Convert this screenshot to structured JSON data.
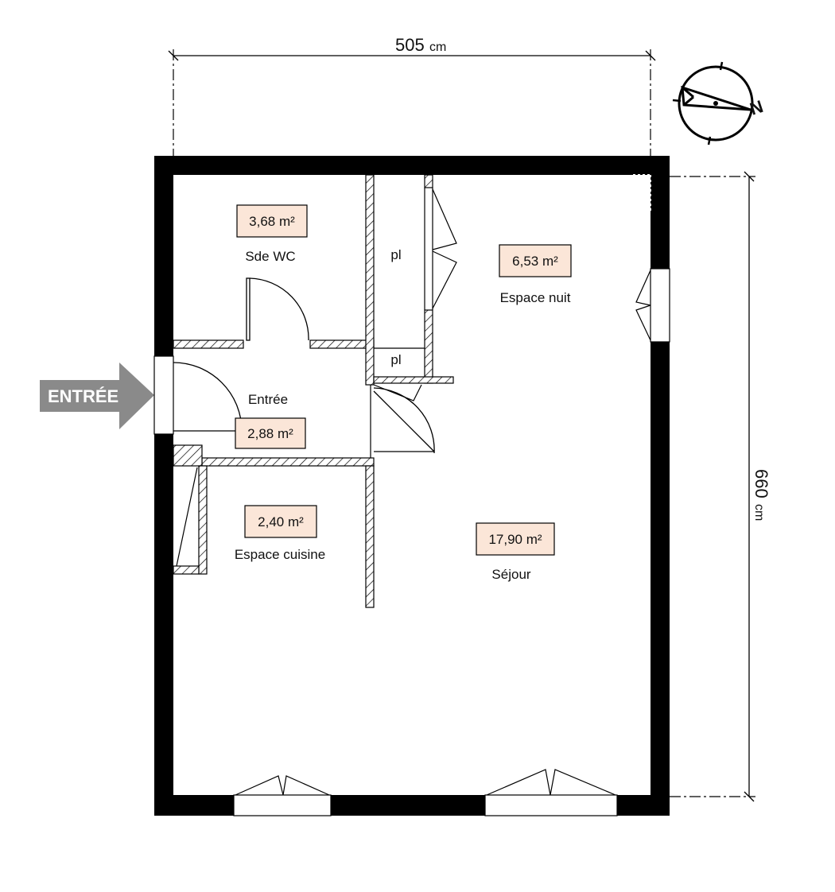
{
  "dimensions": {
    "width_value": "505",
    "width_unit": "cm",
    "height_value": "660",
    "height_unit": "cm"
  },
  "compass": {
    "north_label": "N"
  },
  "entrance": {
    "label": "ENTRÉE"
  },
  "rooms": {
    "sde_wc": {
      "name": "Sde WC",
      "area": "3,68 m²"
    },
    "placard_top": {
      "name": "pl"
    },
    "placard_small": {
      "name": "pl"
    },
    "espace_nuit": {
      "name": "Espace nuit",
      "area": "6,53 m²"
    },
    "entree": {
      "name": "Entrée",
      "area": "2,88 m²"
    },
    "espace_cuisine": {
      "name": "Espace cuisine",
      "area": "2,40 m²"
    },
    "sejour": {
      "name": "Séjour",
      "area": "17,90 m²"
    }
  },
  "colors": {
    "wall": "#000000",
    "area_box_fill": "#fbe6d8",
    "entry_arrow": "#8a8a8a"
  }
}
